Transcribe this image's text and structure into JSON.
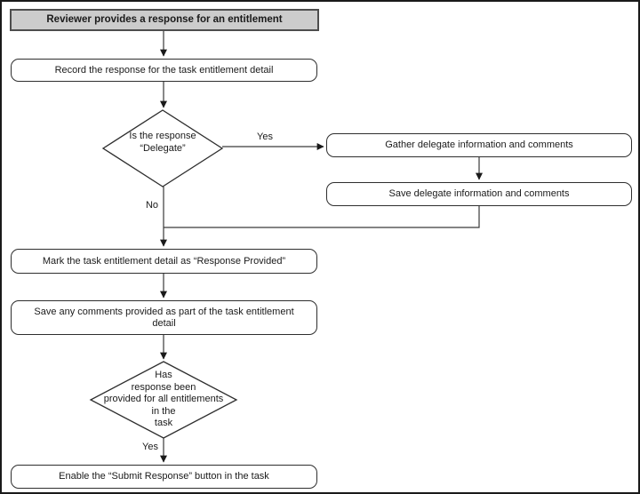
{
  "diagram": {
    "title": "Reviewer provides a response for an entitlement",
    "nodes": {
      "start": {
        "label": "Reviewer provides a response for an entitlement"
      },
      "record": {
        "label": "Record the response for the task entitlement detail"
      },
      "is_delegate": {
        "label": "Is the response\n“Delegate”"
      },
      "gather": {
        "label": "Gather delegate information and comments"
      },
      "save_delegate": {
        "label": "Save delegate information and comments"
      },
      "mark": {
        "label": "Mark the task entitlement detail as “Response Provided”"
      },
      "save_comments": {
        "label": "Save any comments provided as part of the task entitlement\ndetail"
      },
      "has_all_responses": {
        "label": "Has\nresponse been\nprovided for all entitlements\nin the\ntask"
      },
      "enable_submit": {
        "label": "Enable the “Submit Response” button in the task"
      }
    },
    "edge_labels": {
      "yes_delegate": "Yes",
      "no_delegate": "No",
      "yes_all": "Yes"
    },
    "colors": {
      "header_fill": "#cccccc",
      "node_fill": "#ffffff",
      "line": "#3a3a3a",
      "frame": "#1a1a1a"
    }
  }
}
